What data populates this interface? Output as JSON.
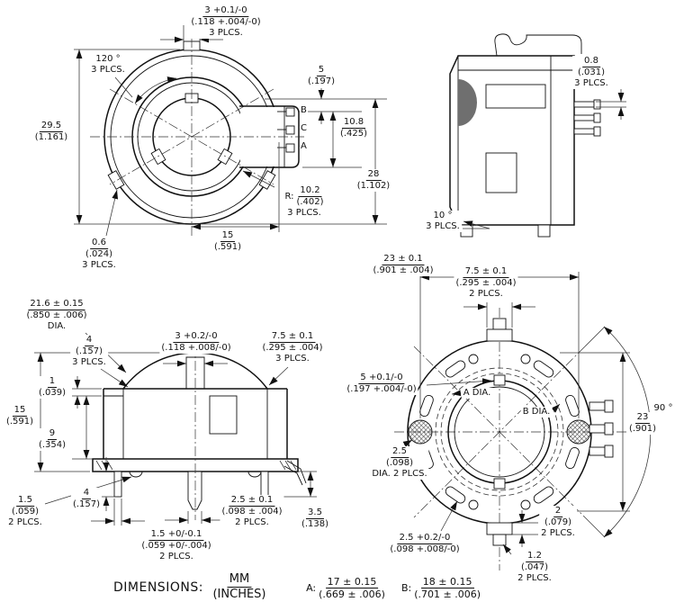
{
  "front_view": {
    "tab_width": {
      "mm": "3 +0.1/-0",
      "in": "(.118 +.004/-0)",
      "note": "3 PLCS."
    },
    "angle_spacing": {
      "value": "120 °",
      "note": "3 PLCS."
    },
    "body_height": {
      "mm": "29.5",
      "in": "(1.161)"
    },
    "pin_gap": {
      "mm": "5",
      "in": "(.197)"
    },
    "pin_span": {
      "mm": "10.8",
      "in": "(.425)"
    },
    "overall_width": {
      "mm": "28",
      "in": "(1.102)"
    },
    "shield_radius": {
      "prefix": "R:",
      "mm": "10.2",
      "in": "(.402)",
      "note": "3 PLCS."
    },
    "tab_offset": {
      "mm": "15",
      "in": "(.591)"
    },
    "tab_depth": {
      "mm": "0.6",
      "in": "(.024)",
      "note": "3 PLCS."
    },
    "pins": {
      "top": "B",
      "middle": "C",
      "bottom": "A"
    }
  },
  "side_view": {
    "pin_thickness": {
      "mm": "0.8",
      "in": "(.031)",
      "note": "3 PLCS."
    },
    "leg_angle": {
      "value": "10 °",
      "note": "3 PLCS."
    }
  },
  "bottom_view": {
    "body_diameter": {
      "mm": "21.6 ± 0.15",
      "in": "(.850 ± .006)",
      "note": "DIA."
    },
    "rib_width": {
      "mm": "4",
      "in": "(.157)",
      "note": "3 PLCS."
    },
    "slot_width": {
      "mm": "3 +0.2/-0",
      "in": "(.118 +.008/-0)"
    },
    "tab_spacing": {
      "mm": "7.5 ± 0.1",
      "in": "(.295 ± .004)",
      "note": "3 PLCS."
    },
    "step_height": {
      "mm": "1",
      "in": "(.039)"
    },
    "body_height": {
      "mm": "15",
      "in": "(.591)"
    },
    "shell_height": {
      "mm": "9",
      "in": "(.354)"
    },
    "foot_height": {
      "mm": "1.5",
      "in": "(.059)",
      "note": "2 PLCS."
    },
    "pin_length": {
      "mm": "4",
      "in": "(.157)"
    },
    "pin_width": {
      "mm": "1.5 +0/-0.1",
      "in": "(.059 +0/-.004)",
      "note": "2 PLCS."
    },
    "center_pin_dia": {
      "mm": "2.5 ± 0.1",
      "in": "(.098 ± .004)",
      "note": "2 PLCS."
    },
    "center_pin_length": {
      "mm": "3.5",
      "in": "(.138)"
    }
  },
  "rear_view": {
    "post_spacing": {
      "mm": "23 ± 0.1",
      "in": "(.901 ± .004)"
    },
    "tab_width": {
      "mm": "7.5 ± 0.1",
      "in": "(.295 ± .004)",
      "note": "2 PLCS."
    },
    "key_width": {
      "mm": "5 +0.1/-0",
      "in": "(.197 +.004/-0)"
    },
    "a_dia": "A DIA.",
    "b_dia": "B DIA.",
    "slot_spacing": {
      "mm": "23",
      "in": "(.901)"
    },
    "angle": "90 °",
    "post_dia": {
      "mm": "2.5",
      "in": "(.098)",
      "note": "DIA. 2 PLCS."
    },
    "slot_width": {
      "mm": "2.5 +0.2/-0",
      "in": "(.098 +.008/-0)"
    },
    "tab_thickness": {
      "mm": "2",
      "in": "(.079)",
      "note": "2 PLCS."
    },
    "tab_step": {
      "mm": "1.2",
      "in": "(.047)",
      "note": "2 PLCS."
    }
  },
  "legend": {
    "label": "DIMENSIONS:",
    "units_mm": "MM",
    "units_in": "(INCHES)",
    "dim_a": {
      "prefix": "A:",
      "mm": "17 ± 0.15",
      "in": "(.669 ± .006)"
    },
    "dim_b": {
      "prefix": "B:",
      "mm": "18 ± 0.15",
      "in": "(.701 ± .006)"
    }
  }
}
